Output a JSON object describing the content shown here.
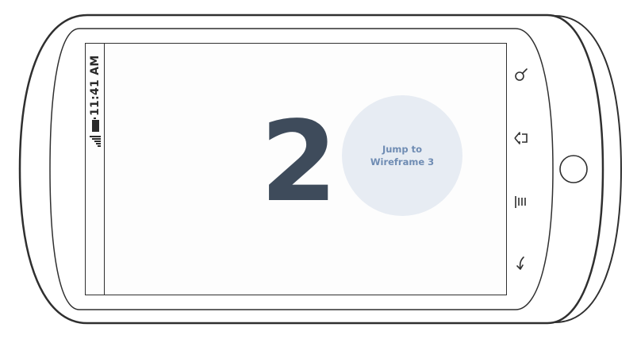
{
  "status_bar": {
    "time": "11:41 AM",
    "signal_icon": "signal-strength-icon",
    "battery_icon": "battery-icon"
  },
  "screen": {
    "page_number": "2",
    "jump_button_label": "Jump to Wireframe 3"
  },
  "hardware_keys": [
    {
      "name": "search-icon"
    },
    {
      "name": "back-icon"
    },
    {
      "name": "menu-icon"
    },
    {
      "name": "home-icon"
    }
  ],
  "colors": {
    "number": "#3e4b5b",
    "button_bg": "#e7ecf3",
    "button_text": "#6f8cb3",
    "outline": "#2f2f2f"
  }
}
